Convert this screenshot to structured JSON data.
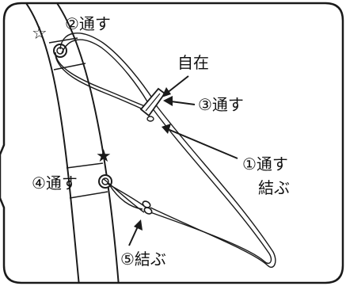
{
  "labels": {
    "step2": "②通す",
    "jizai": "自在",
    "step3": "③通す",
    "step1": "①通す",
    "step1b": "結ぶ",
    "step4": "④通す",
    "step5": "⑤結ぶ"
  },
  "marks": {
    "outline_star": "☆",
    "filled_star": "★"
  },
  "colors": {
    "line": "#1a1a1a",
    "background": "#ffffff"
  }
}
